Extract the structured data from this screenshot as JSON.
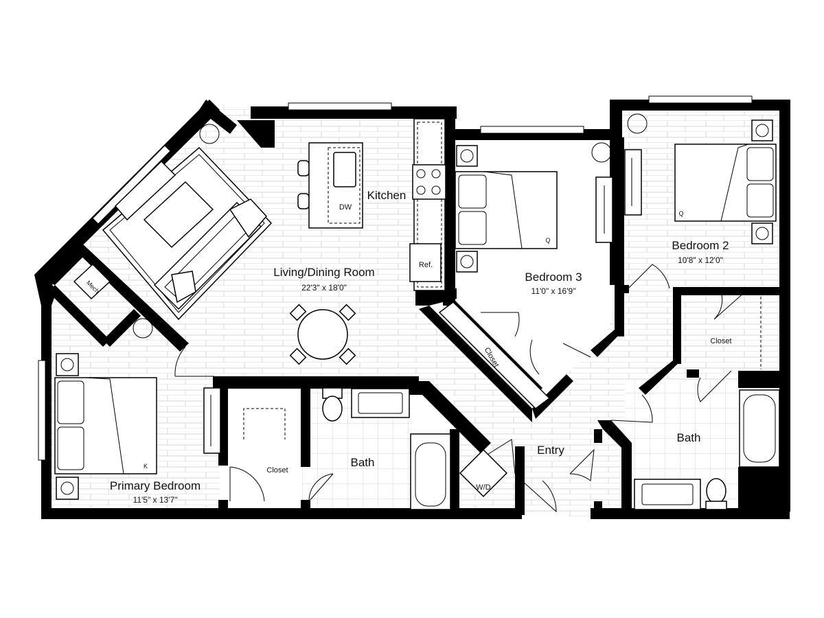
{
  "rooms": {
    "living": {
      "name": "Living/Dining Room",
      "dims": "22'3\" x 18'0\""
    },
    "kitchen": {
      "name": "Kitchen"
    },
    "bedroom3": {
      "name": "Bedroom 3",
      "dims": "11'0\" x 16'9\""
    },
    "bedroom2": {
      "name": "Bedroom 2",
      "dims": "10'8\" x 12'0\""
    },
    "primary": {
      "name": "Primary Bedroom",
      "dims": "11'5\" x 13'7\""
    },
    "entry": {
      "name": "Entry"
    },
    "bath_main": {
      "name": "Bath"
    },
    "bath_right": {
      "name": "Bath"
    },
    "closet_primary": {
      "name": "Closet"
    },
    "closet_b3": {
      "name": "Closet"
    },
    "closet_b2": {
      "name": "Closet"
    }
  },
  "appliances": {
    "dishwasher": "DW",
    "refrigerator": "Ref.",
    "mech": "Mech",
    "washer_dryer": "W/D"
  },
  "bed_sizes": {
    "bedroom3": "Q",
    "bedroom2": "Q",
    "primary": "K"
  }
}
